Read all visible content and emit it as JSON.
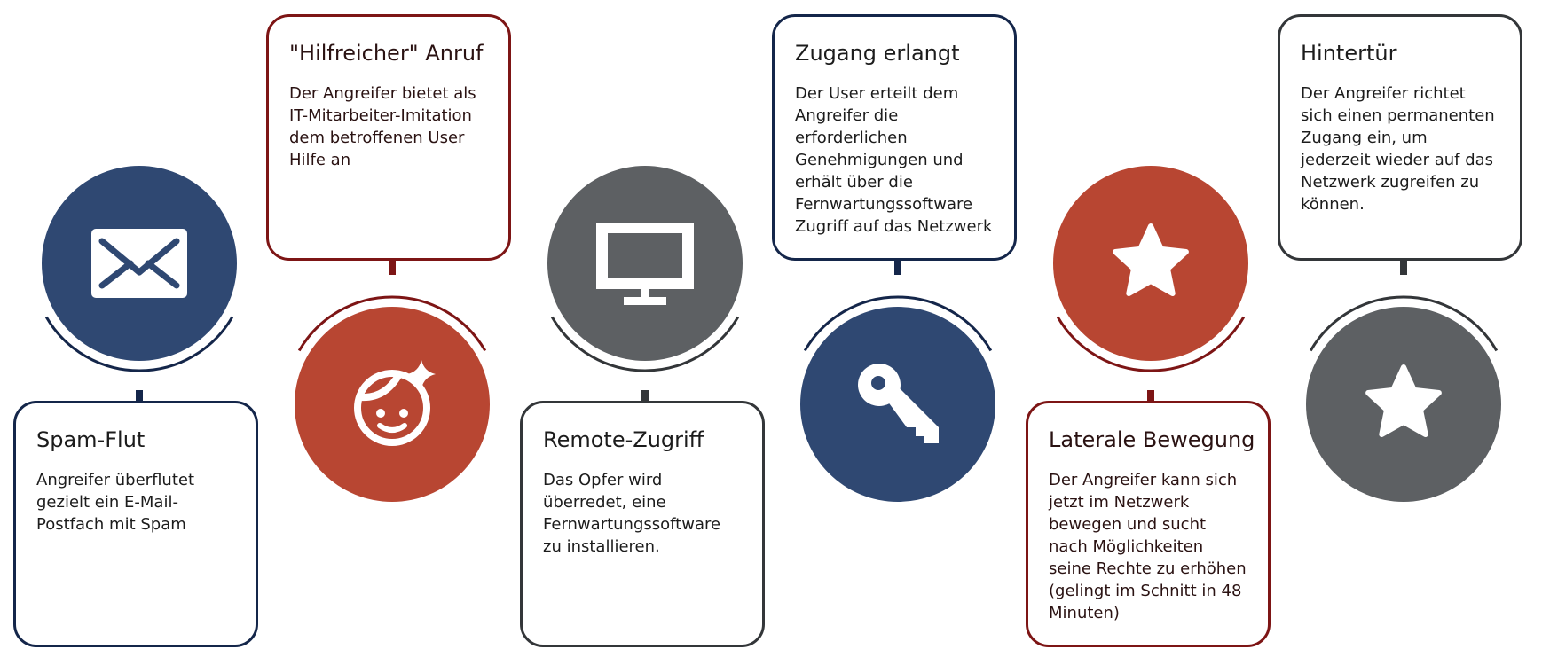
{
  "colors": {
    "navy": "#2f4872",
    "red": "#b84632",
    "gray": "#5d6063",
    "navy_line": "#14264a",
    "red_line": "#7d1515",
    "gray_line": "#333639"
  },
  "steps": [
    {
      "title": "Spam-Flut",
      "text": "Angreifer überflutet gezielt ein E-Mail-Postfach mit Spam",
      "icon": "envelope-icon",
      "color": "navy"
    },
    {
      "title": "\"Hilfreicher\" Anruf",
      "text": "Der Angreifer bietet als IT-Mitarbeiter-Imitation dem betroffenen User Hilfe an",
      "icon": "face-sparkle-icon",
      "color": "red"
    },
    {
      "title": "Remote-Zugriff",
      "text": "Das Opfer wird überredet, eine Fernwartungssoftware zu installieren.",
      "icon": "monitor-icon",
      "color": "gray"
    },
    {
      "title": "Zugang erlangt",
      "text": "Der User erteilt dem Angreifer die erforderlichen Genehmigungen und erhält über die Fernwartungssoftware Zugriff auf das Netzwerk",
      "icon": "key-icon",
      "color": "navy"
    },
    {
      "title": "Laterale Bewegung",
      "text": "Der Angreifer kann sich jetzt im Netzwerk bewegen und sucht nach Möglichkeiten seine Rechte zu erhöhen (gelingt im Schnitt in 48 Minuten)",
      "icon": "star-icon",
      "color": "red"
    },
    {
      "title": "Hintertür",
      "text": "Der Angreifer richtet sich einen permanenten Zugang ein, um jederzeit wieder auf das Netzwerk zugreifen zu können.",
      "icon": "star-icon",
      "color": "gray"
    }
  ]
}
